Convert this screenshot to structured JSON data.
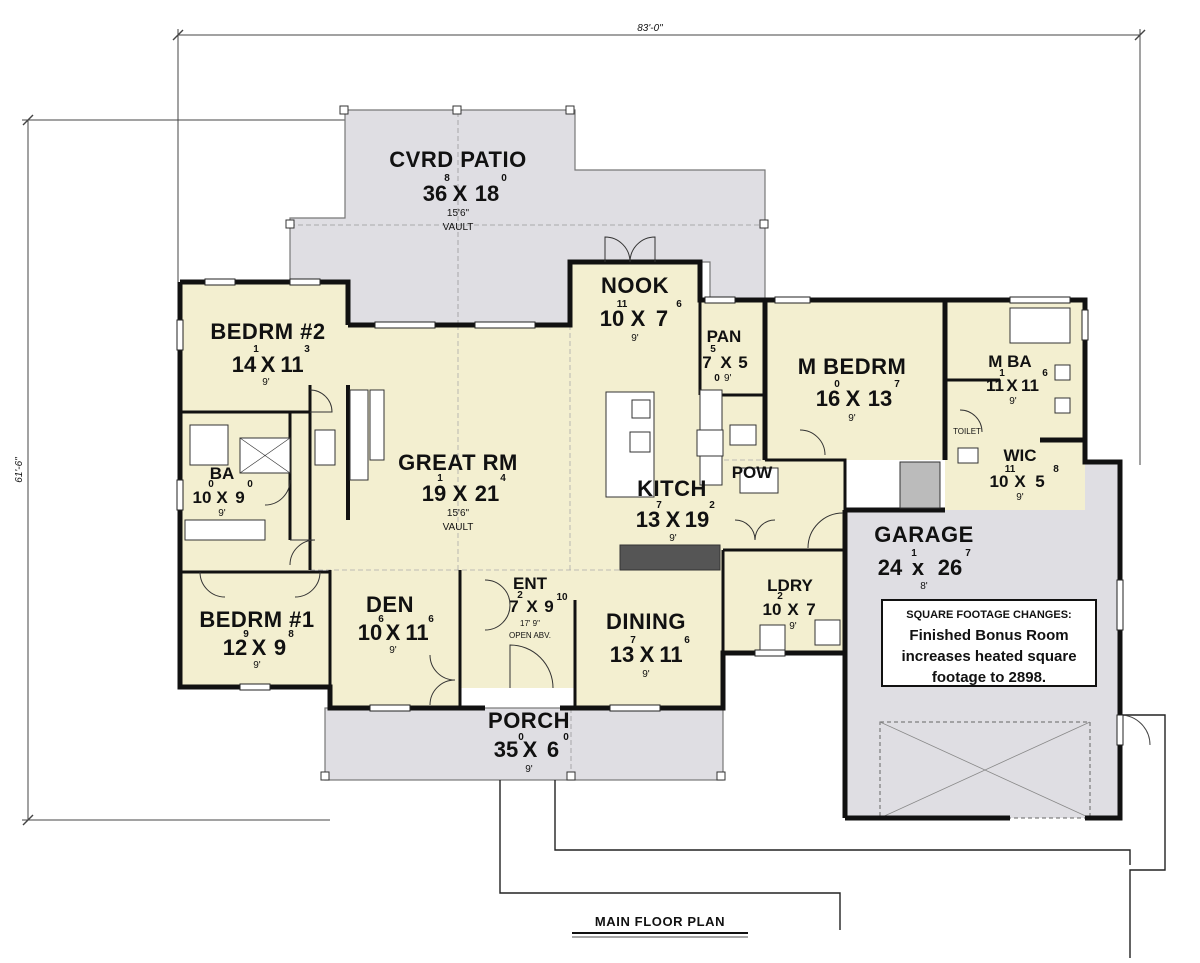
{
  "dimensions": {
    "overall_width": "83'-0\"",
    "overall_depth": "61'-6\""
  },
  "rooms": {
    "cvrd_patio": {
      "name": "CVRD PATIO",
      "dim_w": "36",
      "dim_w_sup": "8",
      "dim_x": "X",
      "dim_d": "18",
      "dim_d_sup": "0",
      "ceiling": "15'6\"",
      "note": "VAULT"
    },
    "bedrm2": {
      "name": "BEDRM #2",
      "dim_w": "14",
      "dim_w_sup": "1",
      "dim_x": "X",
      "dim_d": "11",
      "dim_d_sup": "3",
      "ceiling": "9'"
    },
    "bath": {
      "name": "BA",
      "dim_w": "10",
      "dim_w_sup": "0",
      "dim_x": "X",
      "dim_d": "9",
      "dim_d_sup": "0",
      "ceiling": "9'"
    },
    "great_rm": {
      "name": "GREAT RM",
      "dim_w": "19",
      "dim_w_sup": "1",
      "dim_x": "X",
      "dim_d": "21",
      "dim_d_sup": "4",
      "ceiling": "15'6\"",
      "note": "VAULT"
    },
    "nook": {
      "name": "NOOK",
      "dim_w": "10",
      "dim_w_sup": "11",
      "dim_x": "X",
      "dim_d": "7",
      "dim_d_sup": "6",
      "ceiling": "9'"
    },
    "pan": {
      "name": "PAN",
      "dim_w": "7",
      "dim_w_sup": "5",
      "dim_x": "X",
      "dim_d": "5",
      "dim_d_sup": "0",
      "ceiling": "9'"
    },
    "m_bedrm": {
      "name": "M BEDRM",
      "dim_w": "16",
      "dim_w_sup": "0",
      "dim_x": "X",
      "dim_d": "13",
      "dim_d_sup": "7",
      "ceiling": "9'"
    },
    "m_ba": {
      "name": "M BA",
      "dim_w": "11",
      "dim_w_sup": "1",
      "dim_x": "X",
      "dim_d": "11",
      "dim_d_sup": "6",
      "ceiling": "9'"
    },
    "toilet": {
      "name": "TOILET"
    },
    "wic": {
      "name": "WIC",
      "dim_w": "10",
      "dim_w_sup": "11",
      "dim_x": "X",
      "dim_d": "5",
      "dim_d_sup": "8",
      "ceiling": "9'"
    },
    "pow": {
      "name": "POW"
    },
    "kitch": {
      "name": "KITCH",
      "dim_w": "13",
      "dim_w_sup": "7",
      "dim_x": "X",
      "dim_d": "19",
      "dim_d_sup": "2",
      "ceiling": "9'"
    },
    "garage": {
      "name": "GARAGE",
      "dim_w": "24",
      "dim_w_sup": "1",
      "dim_x": "x",
      "dim_d": "26",
      "dim_d_sup": "7",
      "ceiling": "8'"
    },
    "bedrm1": {
      "name": "BEDRM #1",
      "dim_w": "12",
      "dim_w_sup": "9",
      "dim_x": "X",
      "dim_d": "9",
      "dim_d_sup": "8",
      "ceiling": "9'"
    },
    "den": {
      "name": "DEN",
      "dim_w": "10",
      "dim_w_sup": "6",
      "dim_x": "X",
      "dim_d": "11",
      "dim_d_sup": "6",
      "ceiling": "9'"
    },
    "ent": {
      "name": "ENT",
      "dim_w": "7",
      "dim_w_sup": "2",
      "dim_x": "X",
      "dim_d": "9",
      "dim_d_sup": "10",
      "ceiling": "17' 9\"",
      "note": "OPEN ABV."
    },
    "dining": {
      "name": "DINING",
      "dim_w": "13",
      "dim_w_sup": "7",
      "dim_x": "X",
      "dim_d": "11",
      "dim_d_sup": "6",
      "ceiling": "9'"
    },
    "ldry": {
      "name": "LDRY",
      "dim_w": "10",
      "dim_w_sup": "2",
      "dim_x": "X",
      "dim_d": "7",
      "dim_d_sup": "",
      "ceiling": "9'"
    },
    "porch": {
      "name": "PORCH",
      "dim_w": "35",
      "dim_w_sup": "0",
      "dim_x": "X",
      "dim_d": "6",
      "dim_d_sup": "0",
      "ceiling": "9'"
    }
  },
  "note_box": {
    "header": "SQUARE FOOTAGE CHANGES:",
    "line1": "Finished Bonus Room",
    "line2": "increases heated square",
    "line3": "footage to 2898."
  },
  "plan_title": "MAIN FLOOR PLAN",
  "colors": {
    "room_fill": "#f3efd0",
    "outdoor_fill": "#dfdee3",
    "wall": "#111111",
    "dim_line": "#444444"
  }
}
